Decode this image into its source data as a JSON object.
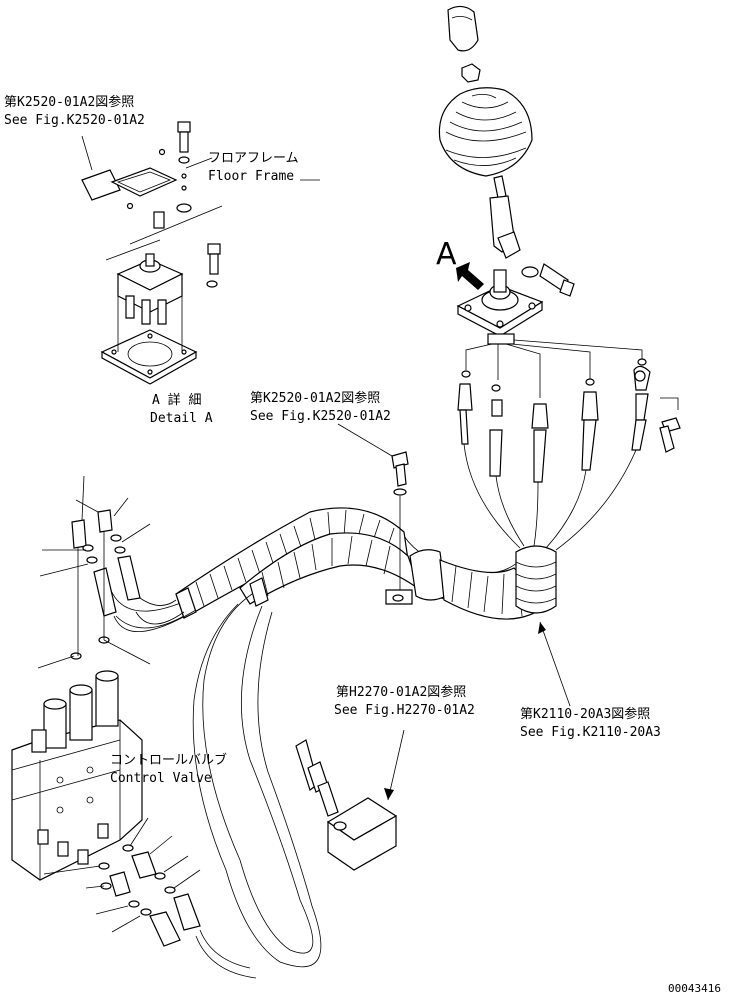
{
  "callouts": {
    "ref_k2520_top_jp": "第K2520-01A2図参照",
    "ref_k2520_top_en": "See Fig.K2520-01A2",
    "floor_frame_jp": "フロアフレーム",
    "floor_frame_en": "Floor Frame",
    "detail_a_jp": "A 詳 細",
    "detail_a_en": "Detail A",
    "ref_k2520_mid_jp": "第K2520-01A2図参照",
    "ref_k2520_mid_en": "See Fig.K2520-01A2",
    "ref_h2270_jp": "第H2270-01A2図参照",
    "ref_h2270_en": "See Fig.H2270-01A2",
    "ref_k2110_jp": "第K2110-20A3図参照",
    "ref_k2110_en": "See Fig.K2110-20A3",
    "control_valve_jp": "コントロールバルブ",
    "control_valve_en": "Control Valve",
    "view_marker": "A",
    "drawing_number": "00043416"
  }
}
